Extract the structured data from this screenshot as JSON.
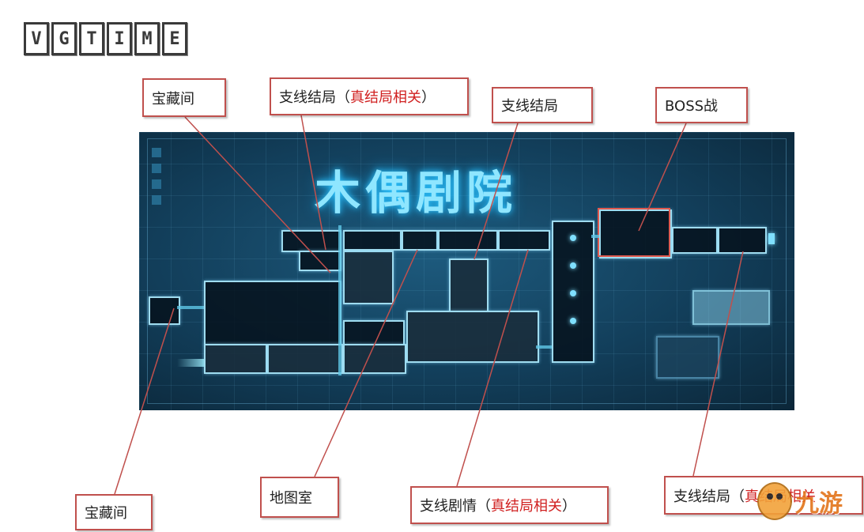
{
  "logo": {
    "text": "VGTIME",
    "chars": [
      "V",
      "G",
      "T",
      "I",
      "M",
      "E"
    ]
  },
  "map": {
    "title": "木偶剧院"
  },
  "callouts": [
    {
      "id": "treasure-top",
      "text": "宝藏间"
    },
    {
      "id": "side-end-true-top",
      "text": "支线结局（",
      "red": "真结局相关",
      "tail": "）"
    },
    {
      "id": "side-end-top",
      "text": "支线结局"
    },
    {
      "id": "boss",
      "text": "BOSS战"
    },
    {
      "id": "treasure-bottom",
      "text": "宝藏间"
    },
    {
      "id": "map-room",
      "text": "地图室"
    },
    {
      "id": "side-story",
      "text": "支线剧情（",
      "red": "真结局相关",
      "tail": "）"
    },
    {
      "id": "side-end-true-bottom",
      "text": "支线结局（",
      "red": "真结局相关",
      "tail": ""
    }
  ],
  "watermark": {
    "text": "九游",
    "icon": "mascot-bird-icon"
  },
  "colors": {
    "callout_border": "#c0504d",
    "accent_red": "#d01f1f",
    "map_glow": "#8fe6ff"
  }
}
